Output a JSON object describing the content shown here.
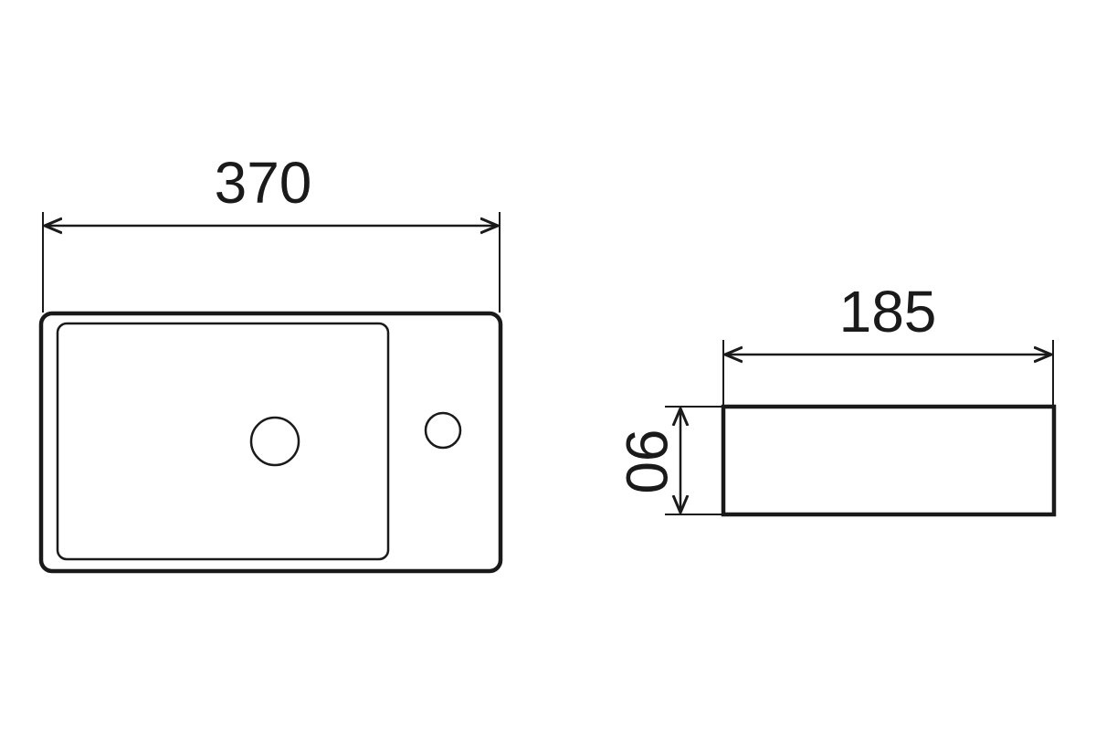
{
  "drawing": {
    "top_view": {
      "width_label": "370"
    },
    "side_view": {
      "width_label": "185",
      "height_label": "90"
    },
    "colors": {
      "line": "#1a1a1a",
      "background": "#ffffff"
    }
  }
}
